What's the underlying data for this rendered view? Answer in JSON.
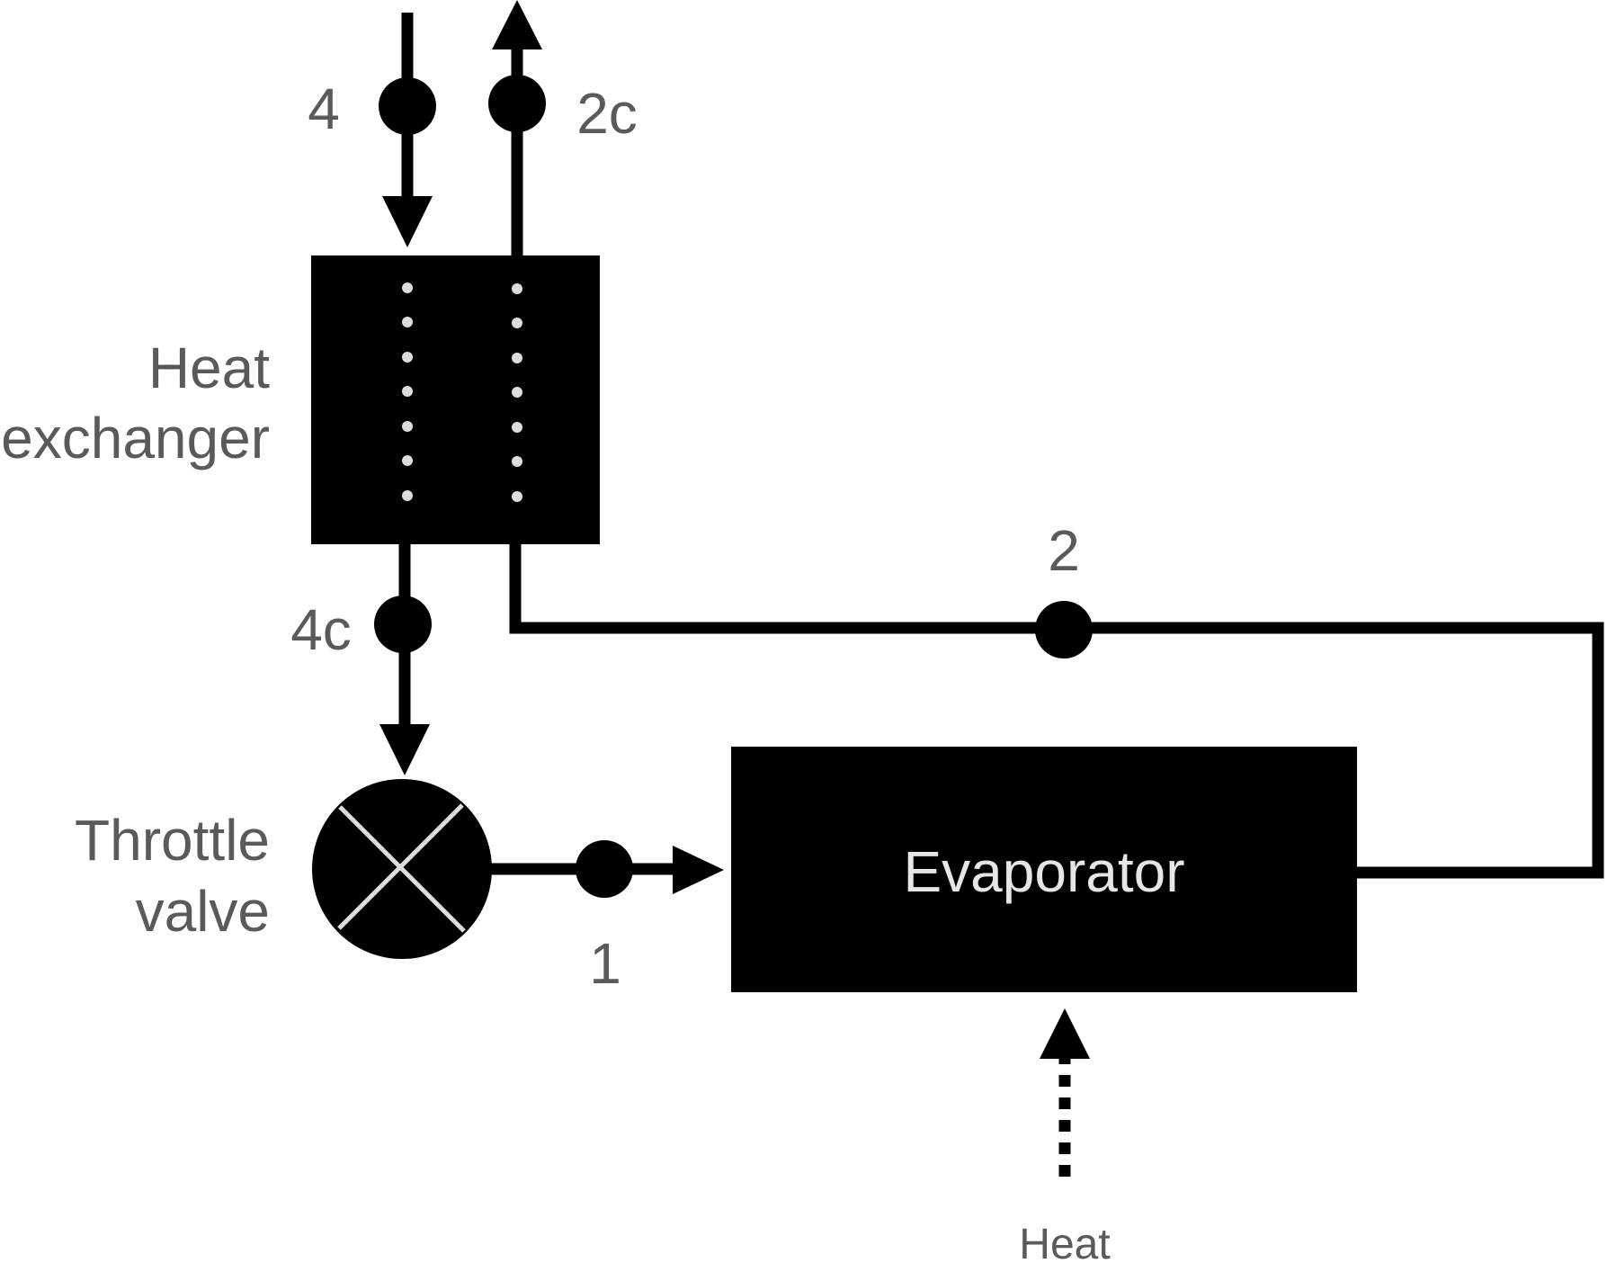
{
  "components": {
    "heat_exchanger": {
      "label_line1": "Heat",
      "label_line2": "exchanger"
    },
    "throttle_valve": {
      "label_line1": "Throttle",
      "label_line2": "valve"
    },
    "evaporator": {
      "label": "Evaporator"
    }
  },
  "state_points": {
    "p4": "4",
    "p2c": "2c",
    "p4c": "4c",
    "p2": "2",
    "p1": "1"
  },
  "heat_input": {
    "label": "Heat"
  },
  "colors": {
    "component_fill": "#000000",
    "label_text": "#5a5a5a",
    "inner_text": "#e6e6e6",
    "dots": "#dddddd"
  }
}
